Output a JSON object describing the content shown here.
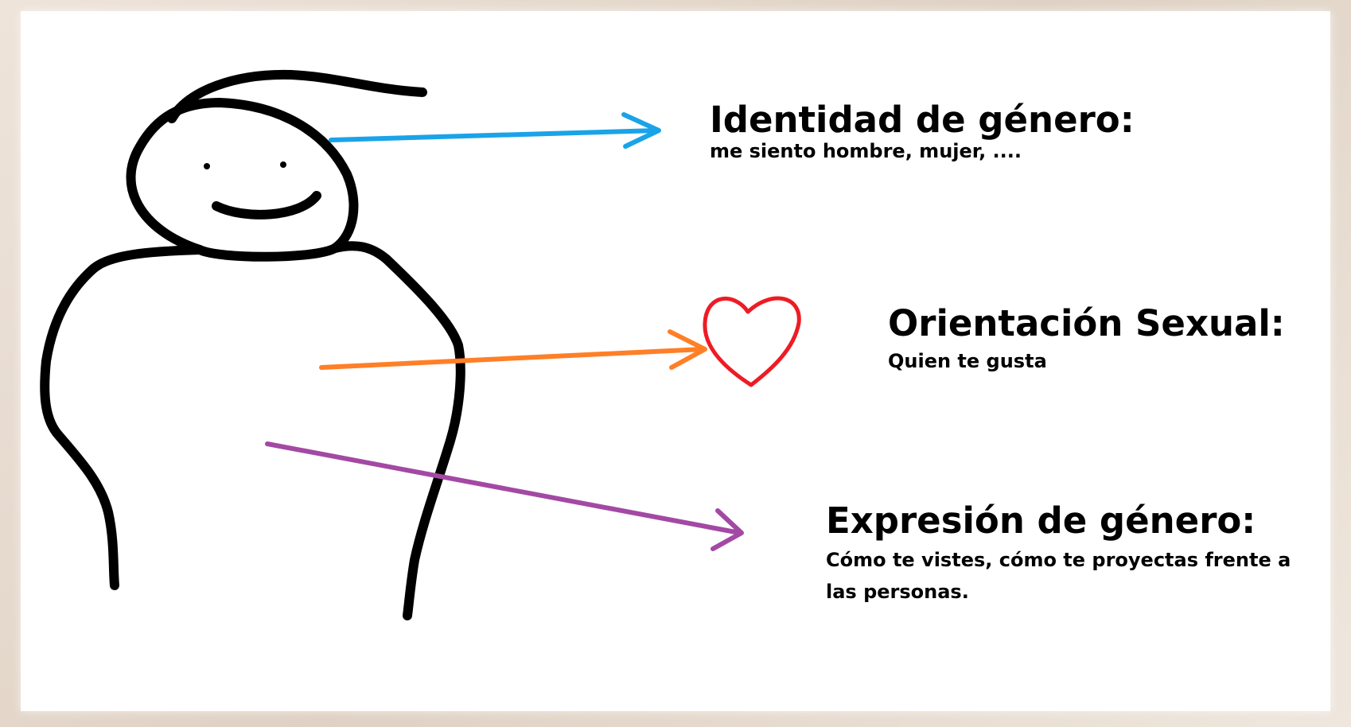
{
  "concepts": [
    {
      "title": "Identidad de género:",
      "description": "me siento hombre, mujer, ....",
      "arrow_color": "#1aa3e8"
    },
    {
      "title": "Orientación Sexual:",
      "description": "Quien te gusta",
      "arrow_color": "#ff7f27",
      "icon": "heart-icon",
      "icon_color": "#ed1c24"
    },
    {
      "title": "Expresión de género:",
      "description": "Cómo te vistes, cómo te proyectas frente a las personas.",
      "arrow_color": "#a349a4"
    }
  ],
  "colors": {
    "outline": "#000000",
    "background": "#ffffff",
    "texture": "#e9ded2"
  }
}
